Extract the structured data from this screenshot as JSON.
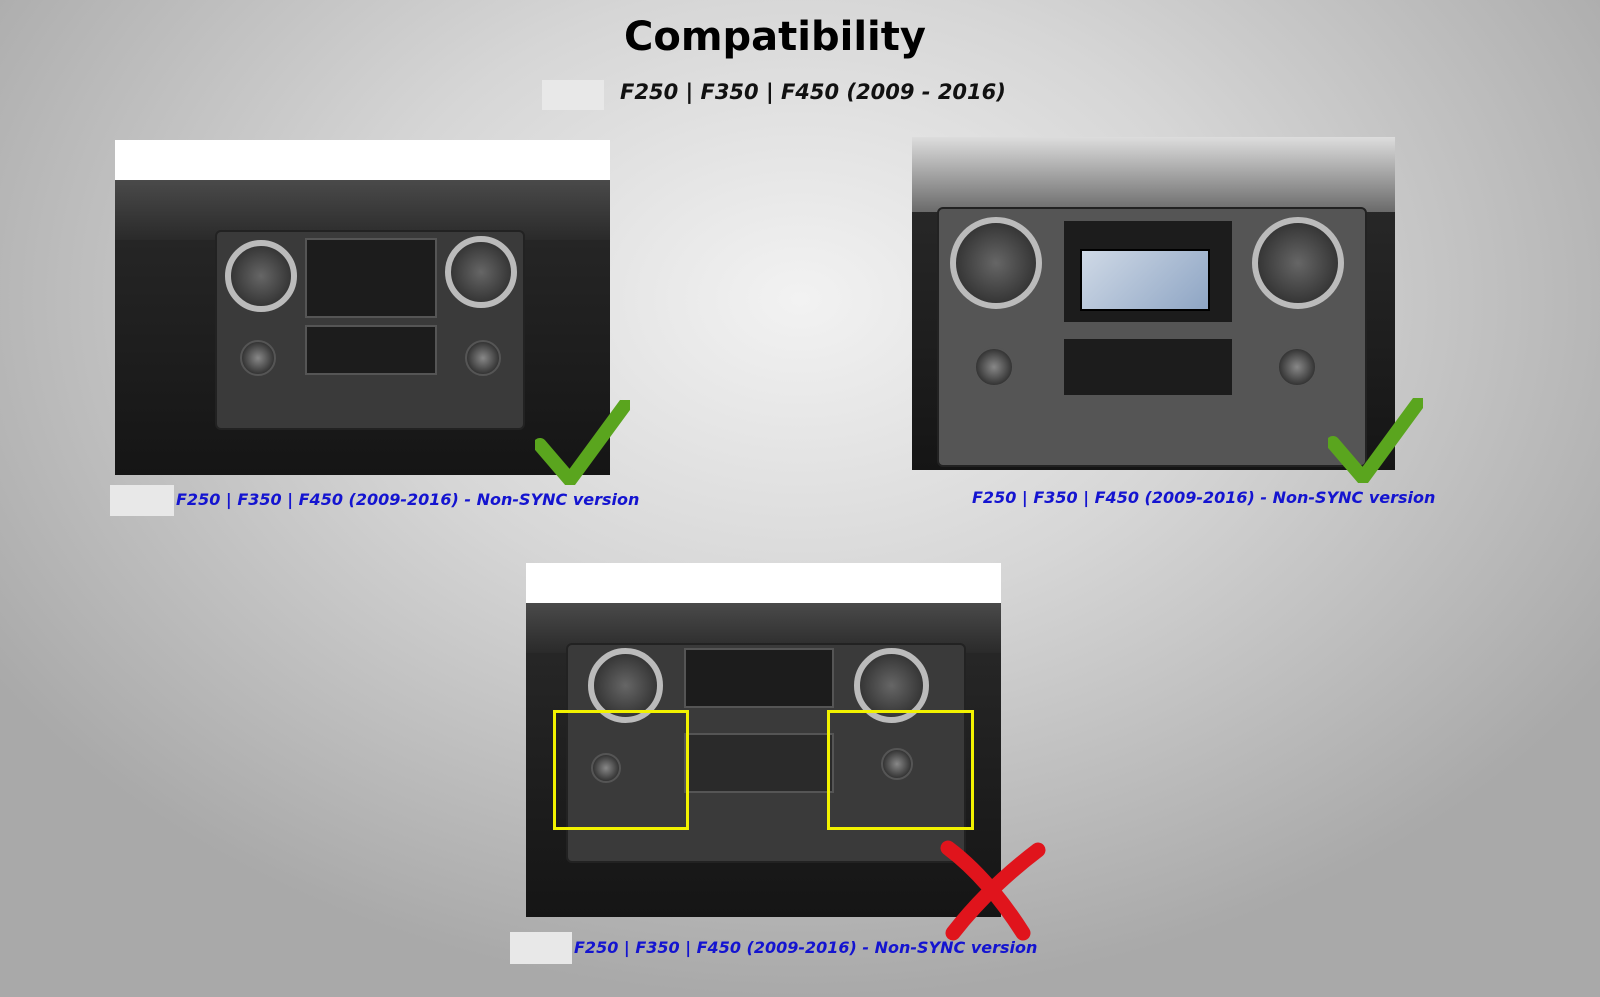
{
  "title": "Compatibility",
  "subtitle": "F250 | F350 | F450 (2009 - 2016)",
  "items": [
    {
      "caption": "F250 | F350 | F450 (2009-2016) - Non-SYNC version",
      "status": "compatible",
      "mark_color": "#5aa51e"
    },
    {
      "caption": "F250 | F350 | F450 (2009-2016) - Non-SYNC version",
      "status": "compatible",
      "mark_color": "#5aa51e"
    },
    {
      "caption": "F250 | F350 | F450 (2009-2016) - Non-SYNC version",
      "status": "incompatible",
      "mark_color": "#e0141c"
    }
  ]
}
